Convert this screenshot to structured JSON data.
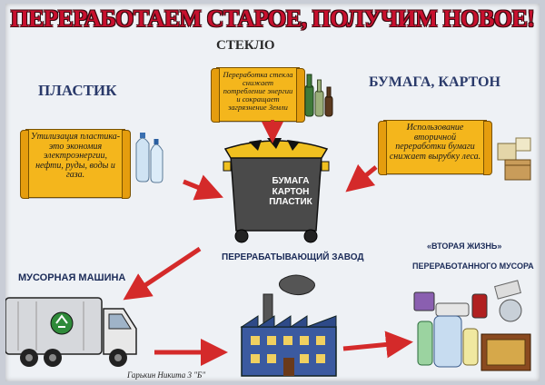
{
  "poster": {
    "title": "ПЕРЕРАБОТАЕМ СТАРОЕ, ПОЛУЧИМ НОВОЕ!",
    "glass_label": "СТЕКЛО",
    "plastic_label": "ПЛАСТИК",
    "paper_label": "БУМАГА, КАРТОН",
    "glass_note": "Переработка стекла снижает потребление энергии и сокращает загрязнение Земли",
    "plastic_note": "Утилизация пластика-это экономия электроэнергии, нефти, руды, воды и газа.",
    "paper_note": "Использование вторичной переработки бумаги снижает вырубку леса.",
    "bin_lines": [
      "БУМАГА",
      "КАРТОН",
      "ПЛАСТИК"
    ],
    "plant_label": "ПЕРЕРАБАТЫВАЮЩИЙ ЗАВОД",
    "truck_label": "МУСОРНАЯ МАШИНА",
    "second_life_title": "«ВТОРАЯ ЖИЗНЬ»",
    "second_life_sub": "ПЕРЕРАБОТАННОГО МУСОРА",
    "signature": "Гарькин Никита 3 \"Б\""
  },
  "colors": {
    "title_red": "#c8102e",
    "note_yellow": "#f4b61c",
    "arrow_red": "#d42a2a",
    "label_blue": "#1b2b58",
    "bin_gray": "#4a4a4a",
    "bin_lid": "#f0c020"
  }
}
